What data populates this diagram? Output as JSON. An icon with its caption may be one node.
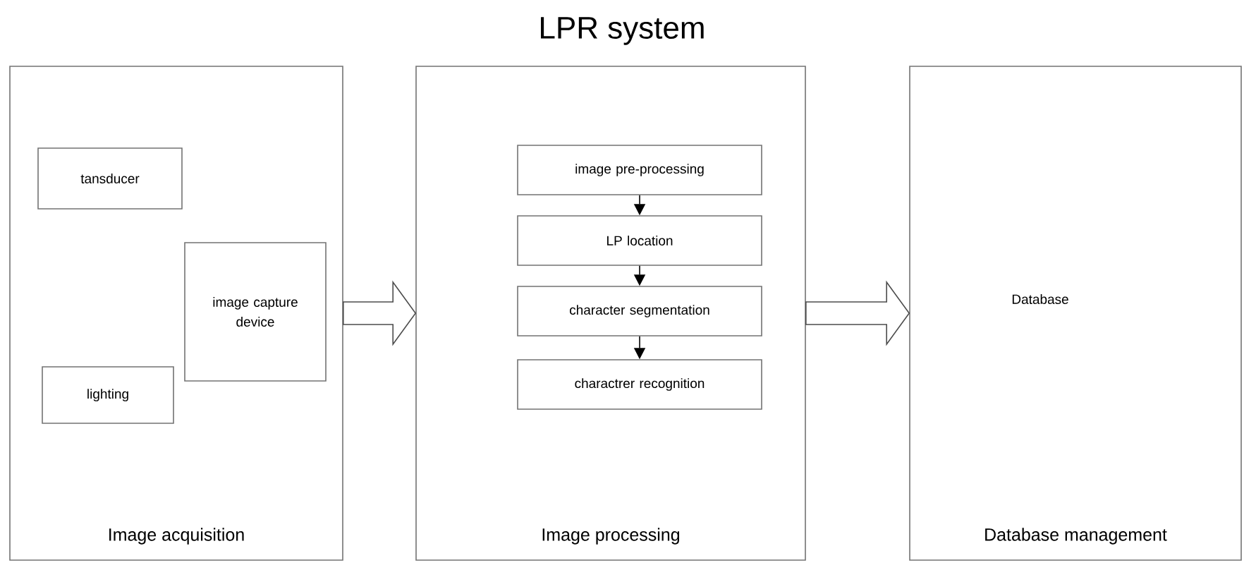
{
  "diagram": {
    "title": "LPR system",
    "nodes": [
      {
        "text": [
          "Image acquisition"
        ]
      },
      {
        "text": [
          "tansducer"
        ],
        "in": 0
      },
      {
        "text": [
          "image capture device"
        ],
        "in": 0
      },
      {
        "text": [
          "lighting"
        ],
        "in": 0
      },
      {
        "text": [
          "Image processing"
        ]
      },
      {
        "text": [
          "image pre-processing"
        ],
        "in": 4
      },
      {
        "text": [
          "LP location"
        ],
        "in": 4
      },
      {
        "text": [
          "character segmentation"
        ],
        "in": 4
      },
      {
        "text": [
          "charactrer recognition"
        ],
        "in": 4
      },
      {
        "text": [
          "Database",
          "Database management"
        ]
      }
    ],
    "edges": [
      {
        "from": 0,
        "to": 4,
        "arrow": "to",
        "style": "thick"
      },
      {
        "from": 4,
        "to": 9,
        "arrow": "to",
        "style": "thick"
      },
      {
        "from": 5,
        "to": 6,
        "arrow": "to"
      },
      {
        "from": 6,
        "to": 7,
        "arrow": "to"
      },
      {
        "from": 7,
        "to": 8,
        "arrow": "to"
      }
    ]
  }
}
